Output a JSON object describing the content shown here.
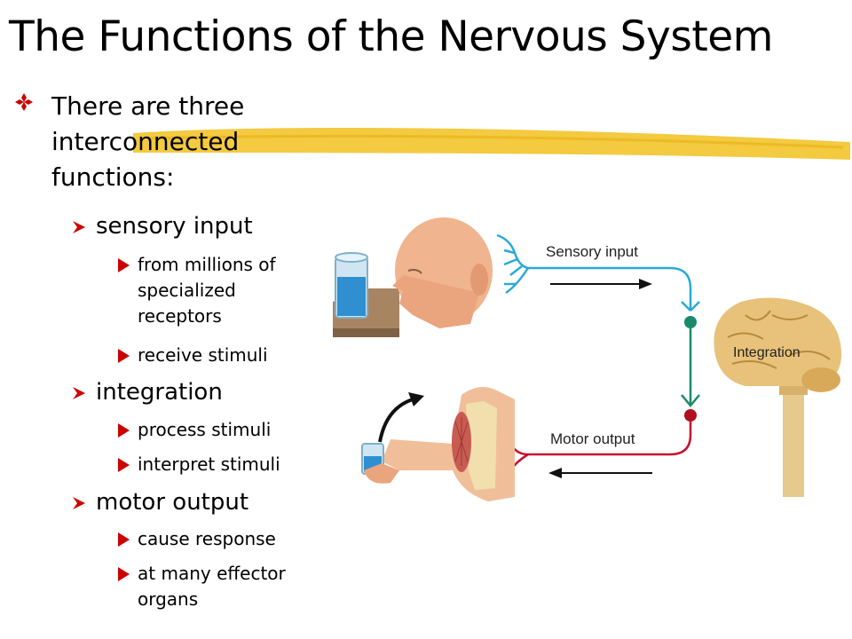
{
  "slide": {
    "title": "The Functions of the Nervous System",
    "intro": "There are three interconnected functions:",
    "functions": [
      {
        "label": "sensory input",
        "details": [
          "from millions of specialized receptors",
          "receive stimuli"
        ]
      },
      {
        "label": "integration",
        "details": [
          "process stimuli",
          "interpret stimuli"
        ]
      },
      {
        "label": "motor output",
        "details": [
          "cause response",
          "at many effector organs"
        ]
      }
    ]
  },
  "figure": {
    "sensory_label": "Sensory input",
    "integration_label": "Integration",
    "motor_label": "Motor output"
  },
  "colors": {
    "bullet_red": "#cc0000",
    "highlight_yellow": "#f2c42b",
    "sensory_blue": "#29a9d8",
    "motor_red": "#c8102e",
    "synapse_green": "#1a8a6a"
  }
}
